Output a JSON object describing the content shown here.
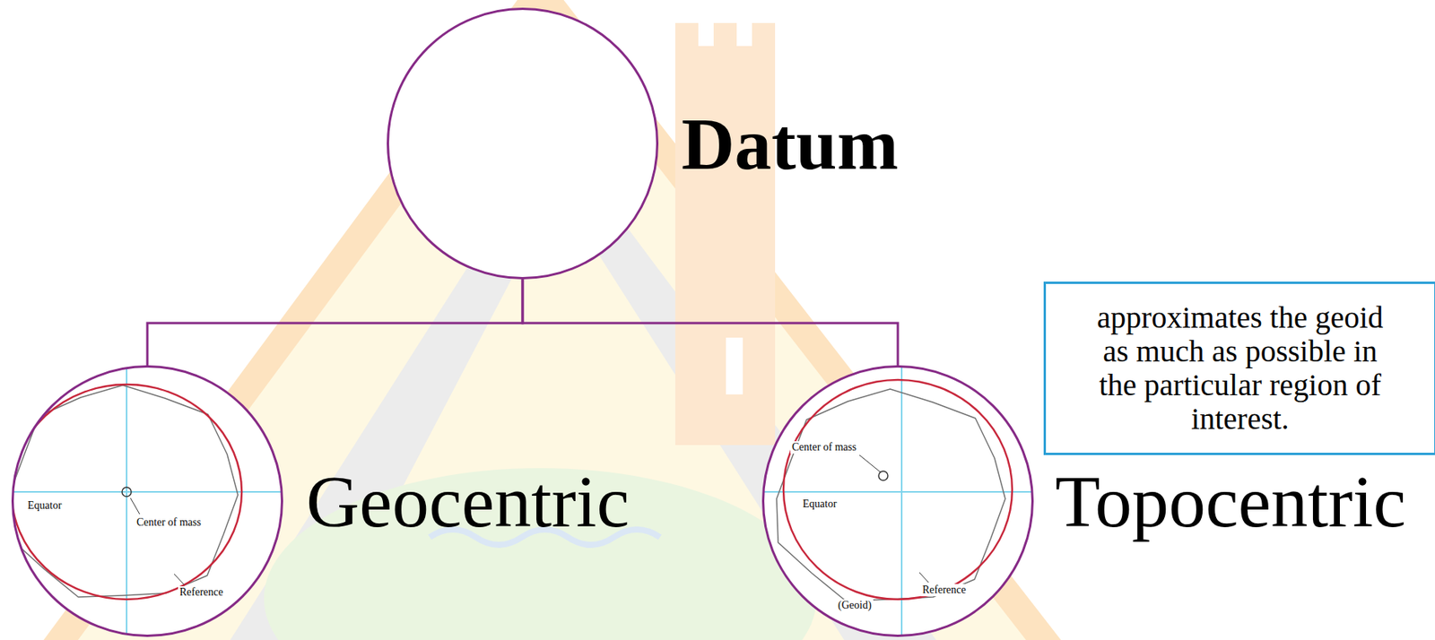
{
  "diagram": {
    "nodes": [
      {
        "text": [
          "Datum"
        ]
      },
      {
        "text": [
          "Geocentric"
        ]
      },
      {
        "text": [
          "Topocentric"
        ]
      },
      {
        "text": [
          "approximates the geoid as much as possible in the particular region of interest."
        ]
      }
    ],
    "edges": [
      {
        "from": 0,
        "to": 1,
        "arrow": "none"
      },
      {
        "from": 0,
        "to": 2,
        "arrow": "none"
      }
    ],
    "labels": [
      "Equator",
      "Center of mass",
      "Reference",
      "Center of mass",
      "Equator",
      "(Geoid)",
      "Reference"
    ]
  }
}
